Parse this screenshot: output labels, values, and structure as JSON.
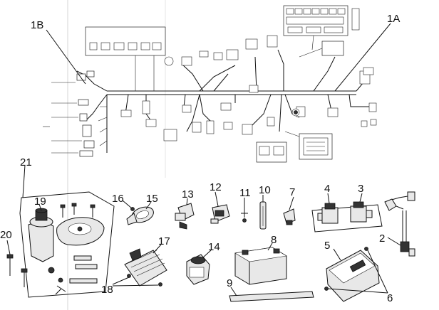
{
  "diagram": {
    "callouts": [
      {
        "id": "1A",
        "text": "1A"
      },
      {
        "id": "1B",
        "text": "1B"
      },
      {
        "id": "2",
        "text": "2"
      },
      {
        "id": "3",
        "text": "3"
      },
      {
        "id": "4",
        "text": "4"
      },
      {
        "id": "5",
        "text": "5"
      },
      {
        "id": "6",
        "text": "6"
      },
      {
        "id": "7",
        "text": "7"
      },
      {
        "id": "8",
        "text": "8"
      },
      {
        "id": "9",
        "text": "9"
      },
      {
        "id": "10",
        "text": "10"
      },
      {
        "id": "11",
        "text": "11"
      },
      {
        "id": "12",
        "text": "12"
      },
      {
        "id": "13",
        "text": "13"
      },
      {
        "id": "14",
        "text": "14"
      },
      {
        "id": "15",
        "text": "15"
      },
      {
        "id": "16",
        "text": "16"
      },
      {
        "id": "17",
        "text": "17"
      },
      {
        "id": "18",
        "text": "18"
      },
      {
        "id": "19",
        "text": "19"
      },
      {
        "id": "20",
        "text": "20"
      },
      {
        "id": "21",
        "text": "21"
      }
    ],
    "parts": [
      {
        "name": "wiring-harness-main",
        "callout": "1A"
      },
      {
        "name": "wiring-harness-sub",
        "callout": "1B"
      },
      {
        "name": "oxygen-sensor",
        "callout": "2"
      },
      {
        "name": "ignition-coil-right",
        "callout": "3"
      },
      {
        "name": "ignition-coil-left",
        "callout": "4"
      },
      {
        "name": "ecu-module",
        "callout": "5"
      },
      {
        "name": "ecu-bolts",
        "callout": "6"
      },
      {
        "name": "sensor",
        "callout": "7"
      },
      {
        "name": "battery",
        "callout": "8"
      },
      {
        "name": "battery-strap",
        "callout": "9"
      },
      {
        "name": "fuse",
        "callout": "10"
      },
      {
        "name": "screw",
        "callout": "11"
      },
      {
        "name": "relay-switch",
        "callout": "12"
      },
      {
        "name": "relay",
        "callout": "13"
      },
      {
        "name": "starter-relay",
        "callout": "14"
      },
      {
        "name": "horn",
        "callout": "15"
      },
      {
        "name": "horn-bolt",
        "callout": "16"
      },
      {
        "name": "regulator-rectifier",
        "callout": "17"
      },
      {
        "name": "regulator-bolts",
        "callout": "18"
      },
      {
        "name": "ignition-switch",
        "callout": "19"
      },
      {
        "name": "switch-bolt",
        "callout": "20"
      },
      {
        "name": "ignition-switch-assembly",
        "callout": "21"
      }
    ]
  }
}
